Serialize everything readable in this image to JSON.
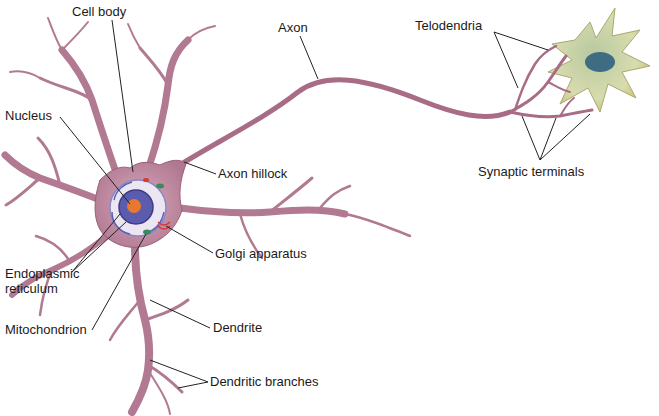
{
  "diagram": {
    "labels": [
      "Cell body",
      "Axon",
      "Telodendria",
      "Nucleus",
      "Axon hillock",
      "Synaptic terminals",
      "Golgi apparatus",
      "Endoplasmic reticulum",
      "Mitochondrion",
      "Dendrite",
      "Dendritic branches"
    ]
  }
}
